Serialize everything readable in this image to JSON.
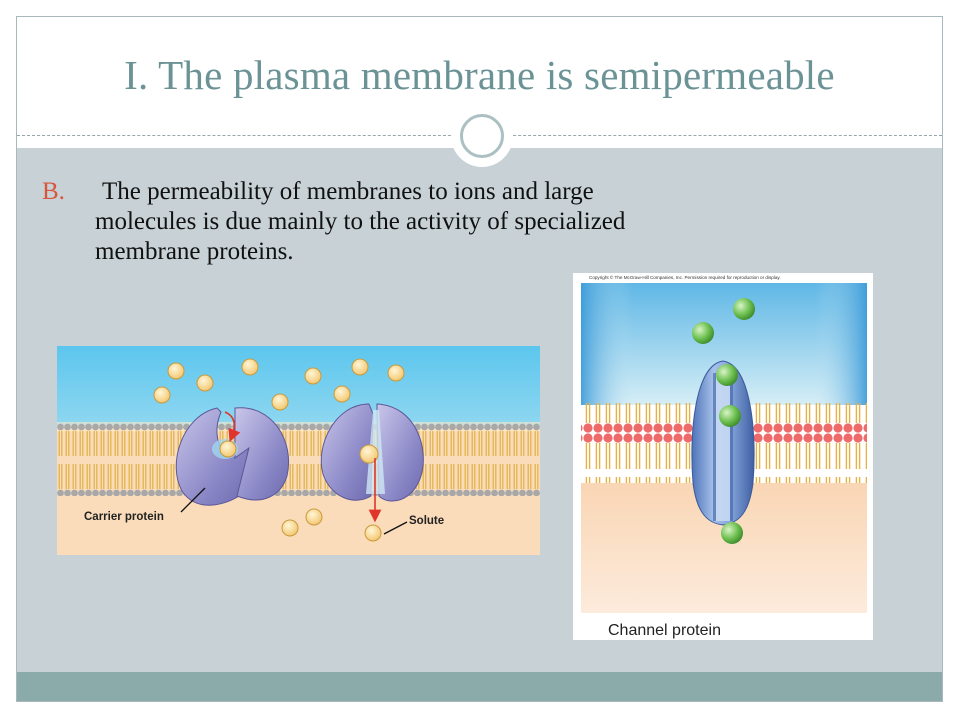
{
  "slide": {
    "title": "I. The plasma membrane is semipermeable",
    "bullet": {
      "marker": "B.",
      "lines": [
        "The permeability of membranes to ions and large",
        "molecules is due mainly to the activity of specialized",
        "membrane proteins."
      ]
    }
  },
  "figure_carrier": {
    "carrier_label": "Carrier protein",
    "solute_label": "Solute"
  },
  "figure_channel": {
    "copyright": "Copyright © The McGraw-Hill Companies, Inc. Permission required for reproduction or display.",
    "caption": "Channel protein"
  },
  "colors": {
    "title": "#6b9396",
    "marker": "#d9553b",
    "body_background": "#c7d1d6",
    "footer": "#8aabaa"
  }
}
